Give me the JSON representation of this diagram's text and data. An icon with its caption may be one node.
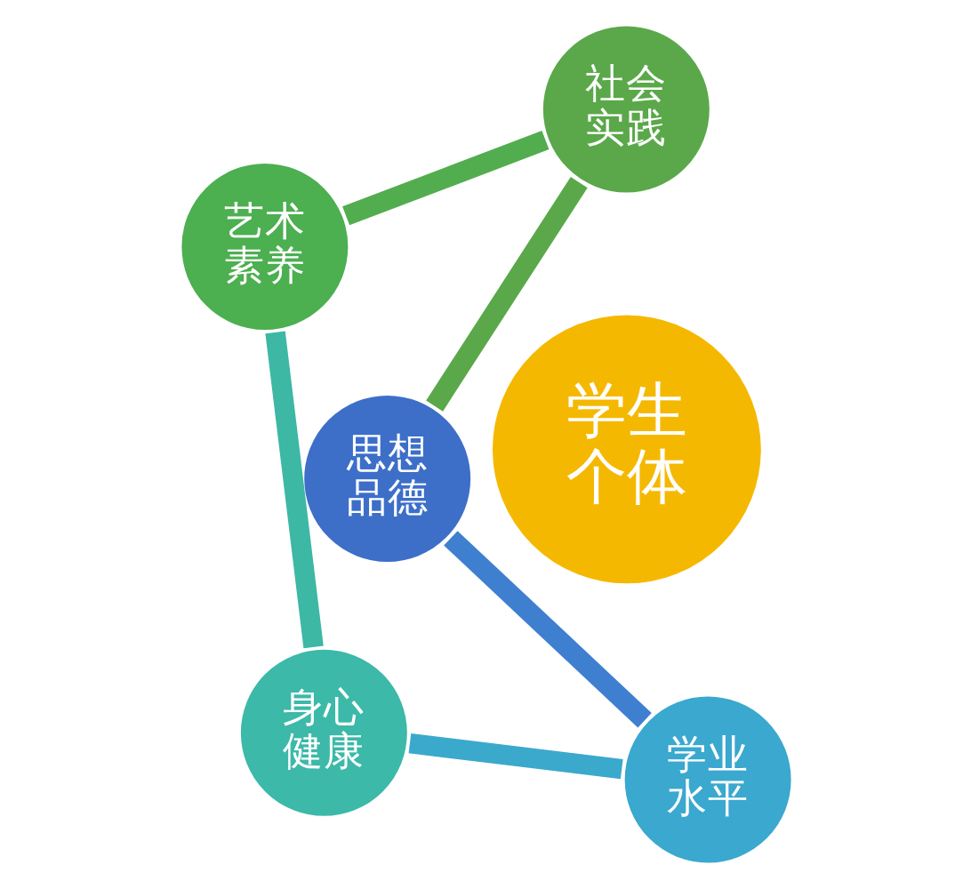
{
  "diagram": {
    "nodes": [
      {
        "text": [
          "思想品德"
        ]
      },
      {
        "text": [
          "学业水平"
        ]
      },
      {
        "text": [
          "身心健康"
        ]
      },
      {
        "text": [
          "艺术素养"
        ]
      },
      {
        "text": [
          "社会实践"
        ]
      },
      {
        "text": [
          "学生个体"
        ]
      }
    ],
    "edges": [
      {
        "from": 0,
        "to": 1,
        "arrow": "none",
        "color": "#3f7fd0"
      },
      {
        "from": 1,
        "to": 2,
        "arrow": "none",
        "color": "#3aa9cc"
      },
      {
        "from": 2,
        "to": 3,
        "arrow": "none",
        "color": "#3cb8a4"
      },
      {
        "from": 3,
        "to": 4,
        "arrow": "none",
        "color": "#52ad4e"
      },
      {
        "from": 4,
        "to": 0,
        "arrow": "none",
        "color": "#5aa84a"
      }
    ]
  }
}
